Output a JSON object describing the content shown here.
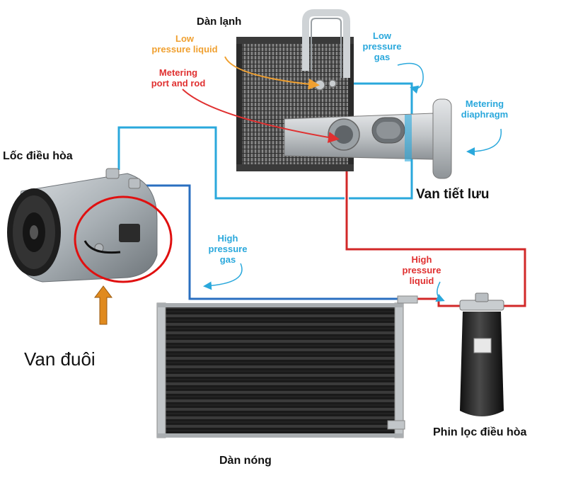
{
  "components": {
    "evaporator": "Dàn lạnh",
    "compressor": "Lốc điều hòa",
    "expansion_valve": "Van tiết lưu",
    "tail_valve": "Van đuôi",
    "condenser": "Dàn nóng",
    "receiver_drier": "Phin lọc điều hòa"
  },
  "annotations": {
    "low_pressure_liquid": "Low\npressure liquid",
    "metering_port": "Metering\nport and rod",
    "low_pressure_gas": "Low\npressure\ngas",
    "metering_diaphragm": "Metering\ndiaphragm",
    "high_pressure_gas": "High\npressure\ngas",
    "high_pressure_liquid": "High\npressure\nliquid"
  },
  "colors": {
    "low_pressure_liquid": "#f0a030",
    "metering": "#e03030",
    "low_pressure_gas": "#2aa8dc",
    "high_pressure_gas_line": "#2a6fc0",
    "high_pressure_liquid_line": "#d22828",
    "highlight_circle": "#e01010",
    "arrow": "#e08a1e"
  }
}
